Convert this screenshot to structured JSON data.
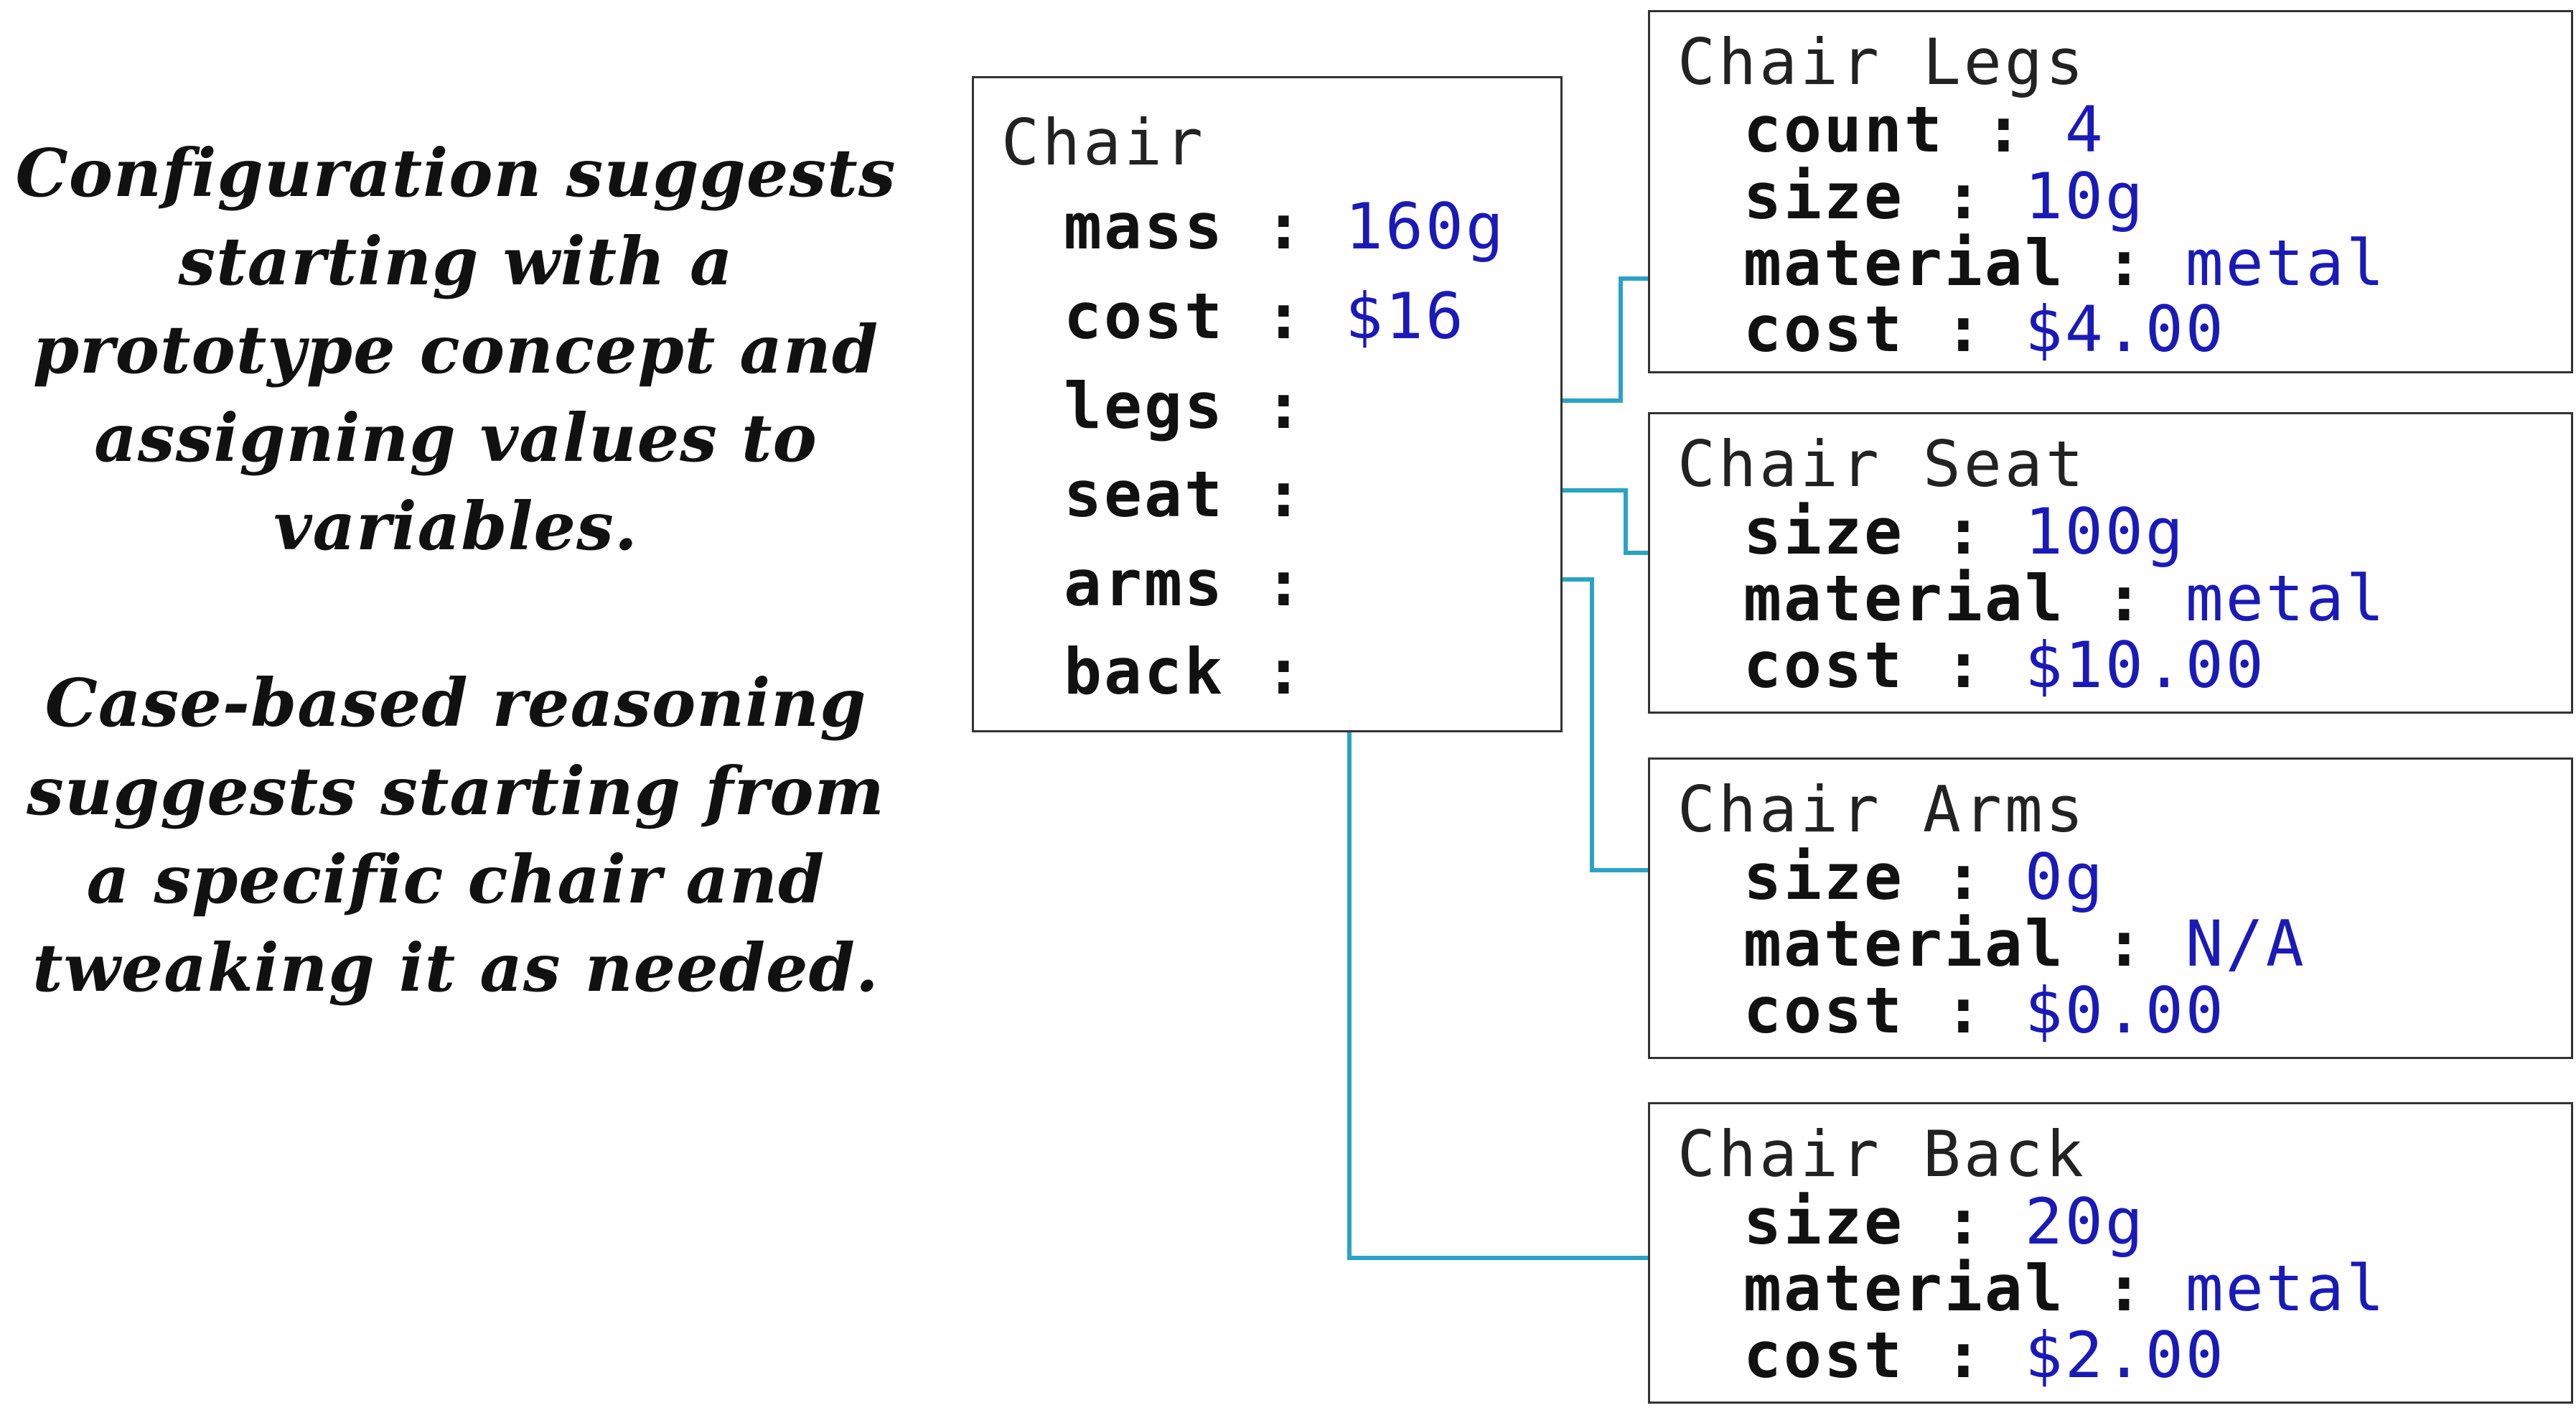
{
  "notes": {
    "configuration": [
      "Configuration suggests",
      "starting with a",
      "prototype concept and",
      "assigning values to",
      "variables."
    ],
    "case_based": [
      "Case-based reasoning",
      "suggests starting from",
      "a specific chair and",
      "tweaking it as needed."
    ]
  },
  "chair": {
    "title": "Chair",
    "slots": [
      {
        "key": "mass",
        "value": "160g"
      },
      {
        "key": "cost",
        "value": "$16"
      },
      {
        "key": "legs",
        "value": ""
      },
      {
        "key": "seat",
        "value": ""
      },
      {
        "key": "arms",
        "value": ""
      },
      {
        "key": "back",
        "value": ""
      }
    ]
  },
  "legs": {
    "title": "Chair Legs",
    "slots": [
      {
        "key": "count",
        "value": "4"
      },
      {
        "key": "size",
        "value": "10g"
      },
      {
        "key": "material",
        "value": "metal"
      },
      {
        "key": "cost",
        "value": "$4.00"
      }
    ]
  },
  "seat": {
    "title": "Chair Seat",
    "slots": [
      {
        "key": "size",
        "value": "100g"
      },
      {
        "key": "material",
        "value": "metal"
      },
      {
        "key": "cost",
        "value": "$10.00"
      }
    ]
  },
  "arms": {
    "title": "Chair Arms",
    "slots": [
      {
        "key": "size",
        "value": "0g"
      },
      {
        "key": "material",
        "value": "N/A"
      },
      {
        "key": "cost",
        "value": "$0.00"
      }
    ]
  },
  "back": {
    "title": "Chair Back",
    "slots": [
      {
        "key": "size",
        "value": "20g"
      },
      {
        "key": "material",
        "value": "metal"
      },
      {
        "key": "cost",
        "value": "$2.00"
      }
    ]
  },
  "colors": {
    "link": "#2ba3c4",
    "value": "#1a1ab8",
    "text": "#111111",
    "border": "#333333"
  }
}
